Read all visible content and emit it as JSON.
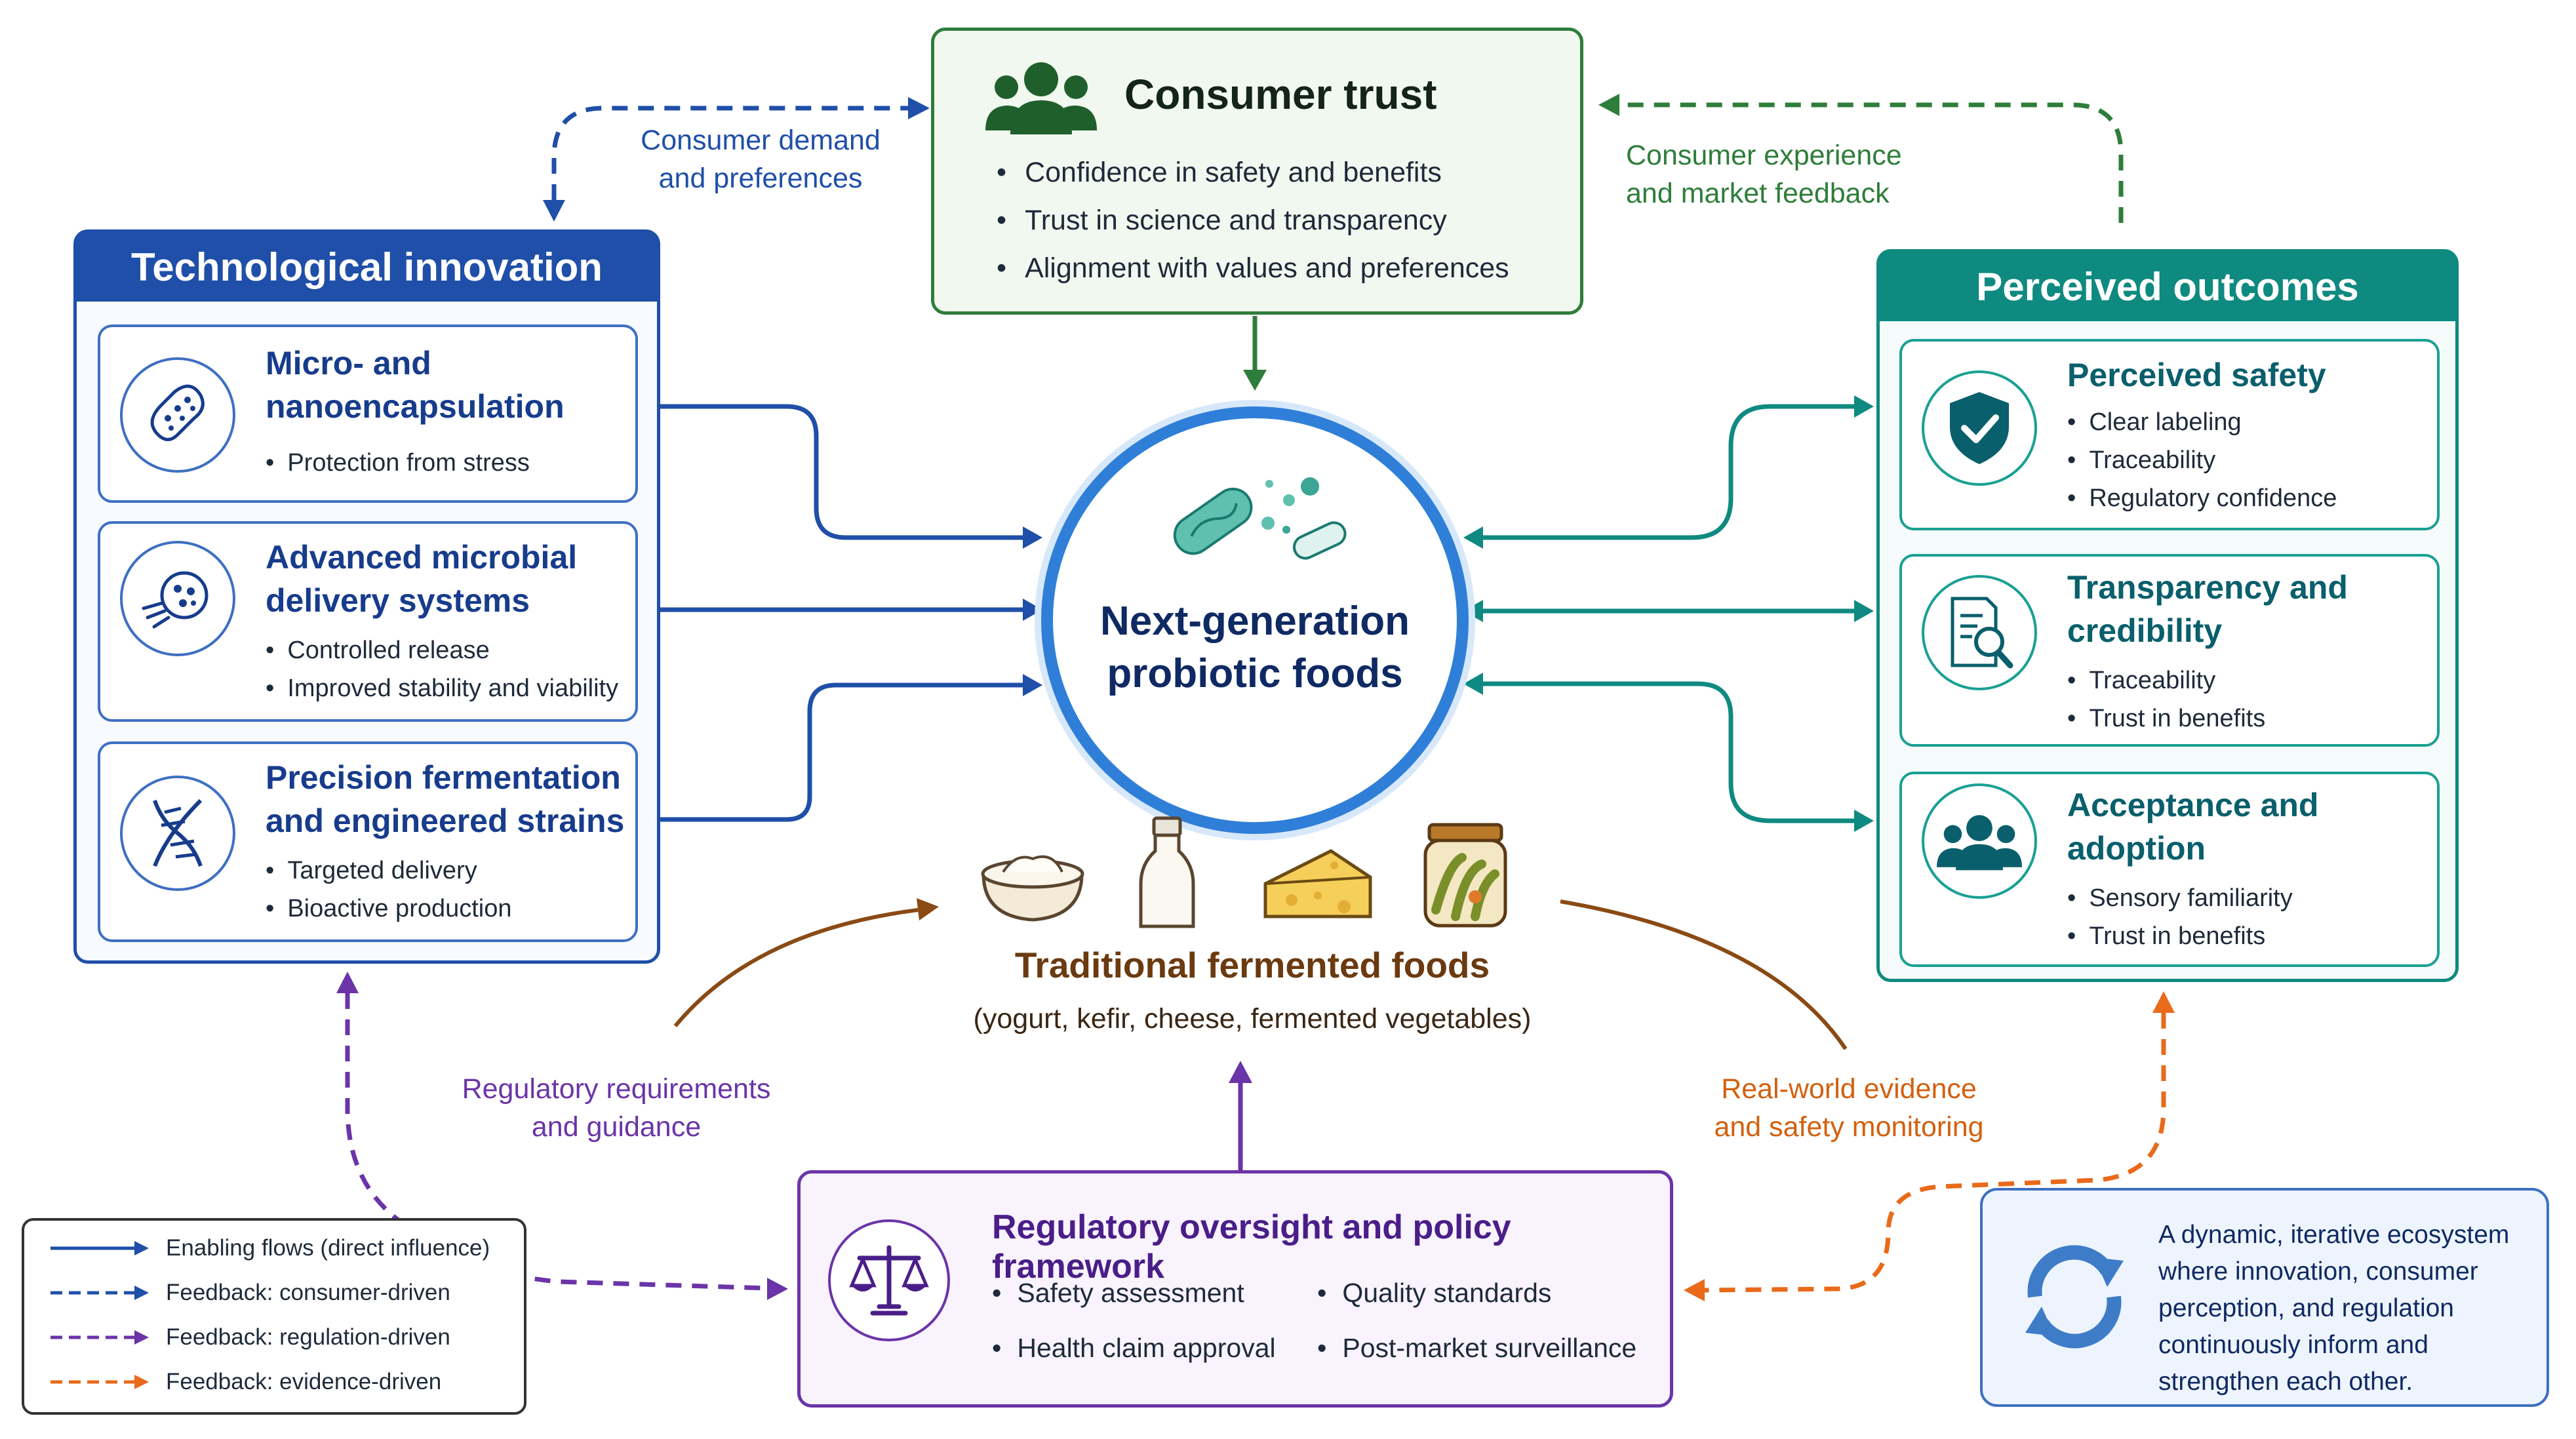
{
  "consumer_trust": {
    "title": "Consumer trust",
    "icon": "people-group-icon",
    "items": [
      "Confidence in safety and benefits",
      "Trust in science and transparency",
      "Alignment with values and preferences"
    ]
  },
  "technological_innovation": {
    "title": "Technological innovation",
    "cards": [
      {
        "title_lines": [
          "Micro- and",
          "nanoencapsulation"
        ],
        "icon": "capsule-icon",
        "items": [
          "Protection from stress"
        ]
      },
      {
        "title_lines": [
          "Advanced microbial",
          "delivery systems"
        ],
        "icon": "microbe-delivery-icon",
        "items": [
          "Controlled release",
          "Improved stability and viability"
        ]
      },
      {
        "title_lines": [
          "Precision fermentation",
          "and engineered strains"
        ],
        "icon": "dna-icon",
        "items": [
          "Targeted delivery",
          "Bioactive production"
        ]
      }
    ]
  },
  "perceived_outcomes": {
    "title": "Perceived outcomes",
    "cards": [
      {
        "title_lines": [
          "Perceived safety"
        ],
        "icon": "shield-check-icon",
        "items": [
          "Clear labeling",
          "Traceability",
          "Regulatory confidence"
        ]
      },
      {
        "title_lines": [
          "Transparency and",
          "credibility"
        ],
        "icon": "document-search-icon",
        "items": [
          "Traceability",
          "Trust in benefits"
        ]
      },
      {
        "title_lines": [
          "Acceptance and",
          "adoption"
        ],
        "icon": "people-group-icon",
        "items": [
          "Sensory familiarity",
          "Trust in benefits"
        ]
      }
    ]
  },
  "center": {
    "line1": "Next-generation",
    "line2": "probiotic foods",
    "icon": "probiotic-bacteria-icon"
  },
  "traditional_foods": {
    "title": "Traditional fermented foods",
    "subtitle": "(yogurt, kefir, cheese, fermented vegetables)",
    "icons": [
      "yogurt-bowl-icon",
      "kefir-bottle-icon",
      "cheese-icon",
      "pickle-jar-icon"
    ]
  },
  "regulatory": {
    "title": "Regulatory oversight and policy framework",
    "icon": "scales-icon",
    "items_left": [
      "Safety assessment",
      "Health claim approval"
    ],
    "items_right": [
      "Quality standards",
      "Post-market surveillance"
    ]
  },
  "flow_labels": {
    "consumer_demand": [
      "Consumer demand",
      "and preferences"
    ],
    "consumer_experience": [
      "Consumer experience",
      "and market feedback"
    ],
    "regulatory_requirements": [
      "Regulatory requirements",
      "and guidance"
    ],
    "real_world_evidence": [
      "Real-world evidence",
      "and safety monitoring"
    ]
  },
  "legend": {
    "items": [
      {
        "label": "Enabling flows (direct influence)",
        "color": "#1f4fa8",
        "style": "solid"
      },
      {
        "label": "Feedback: consumer-driven",
        "color": "#1f4fa8",
        "style": "dashed"
      },
      {
        "label": "Feedback: regulation-driven",
        "color": "#6b34a8",
        "style": "dashed"
      },
      {
        "label": "Feedback: evidence-driven",
        "color": "#e86a1a",
        "style": "dashed"
      }
    ]
  },
  "ecosystem_note": {
    "text": "A dynamic, iterative ecosystem where innovation, consumer perception, and regulation continuously inform and strengthen each other.",
    "icon": "cycle-arrows-icon"
  },
  "colors": {
    "innovation_blue": "#1f4fa8",
    "outcome_teal": "#0f8a80",
    "trust_green": "#2e7d3a",
    "regulation_purple": "#6b34a8",
    "evidence_orange": "#e86a1a",
    "tradition_brown": "#8a4a14"
  }
}
